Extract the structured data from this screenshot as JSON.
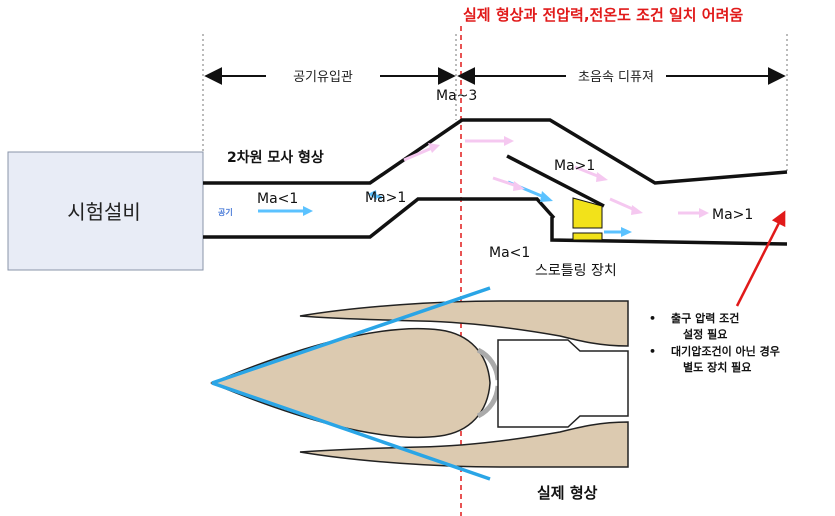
{
  "header": {
    "title": "실제 형상과 전압력,전온도 조건 일치 어려움"
  },
  "dimensions": {
    "inlet_label": "공기유입관",
    "diffuser_label": "초음속 디퓨져",
    "mach_marker": "Ma~3"
  },
  "left_box": {
    "label": "시험설비"
  },
  "model": {
    "label": "2차원 모사 형상",
    "air_label": "공기",
    "ma_lt1_inlet": "Ma<1",
    "ma_gt1_ramp": "Ma>1",
    "ma_gt1_diffuser": "Ma>1",
    "ma_gt1_exit": "Ma>1",
    "ma_lt1_throttle": "Ma<1",
    "throttle_label": "스로틀링 장치"
  },
  "notes": {
    "items": [
      {
        "bullet": "•",
        "line1": "출구 압력 조건",
        "line2": "설정 필요"
      },
      {
        "bullet": "•",
        "line1": "대기압조건이 아닌 경우",
        "line2": "별도 장치 필요"
      }
    ]
  },
  "real_shape": {
    "label": "실제 형상"
  },
  "colors": {
    "accent_red": "#e11a1a",
    "flow_blue": "#5bc2ff",
    "flow_pink": "#f5c8f0",
    "cone_blue": "#2aa5e6",
    "tan": "#dccab0",
    "box_fill": "#e8ecf6",
    "throttle_yellow": "#f2e21a"
  }
}
